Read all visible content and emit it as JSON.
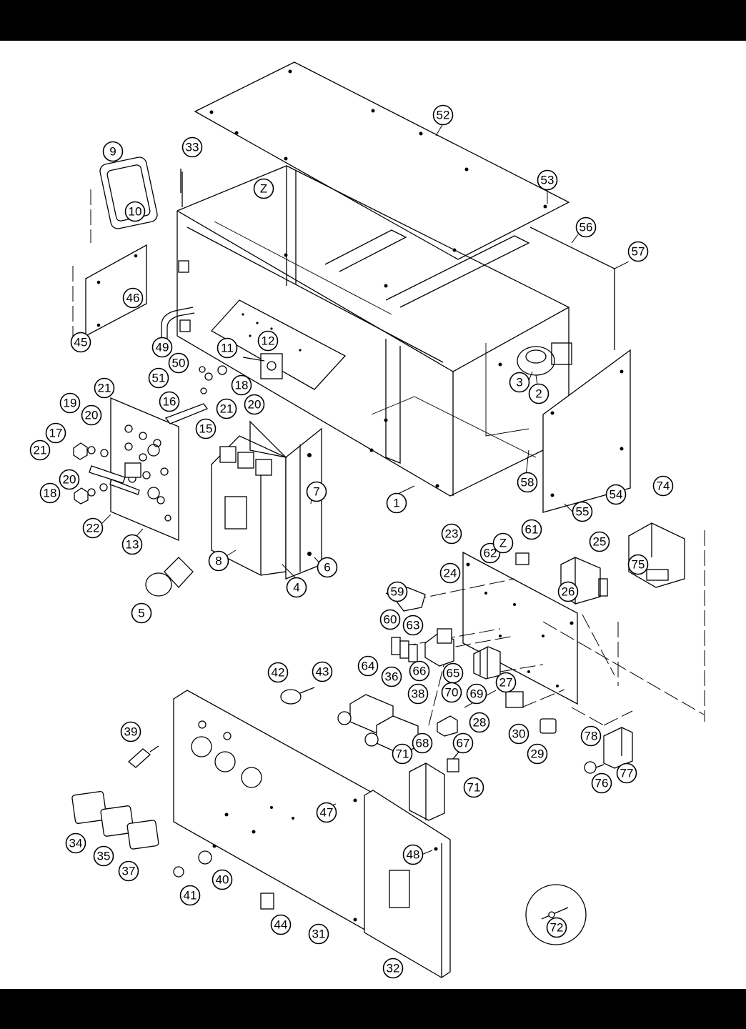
{
  "callouts": [
    {
      "label": "1"
    },
    {
      "label": "2"
    },
    {
      "label": "3"
    },
    {
      "label": "4"
    },
    {
      "label": "5"
    },
    {
      "label": "6"
    },
    {
      "label": "7"
    },
    {
      "label": "8"
    },
    {
      "label": "9"
    },
    {
      "label": "10"
    },
    {
      "label": "11"
    },
    {
      "label": "12"
    },
    {
      "label": "13"
    },
    {
      "label": "15"
    },
    {
      "label": "16"
    },
    {
      "label": "17"
    },
    {
      "label": "18"
    },
    {
      "label": "18"
    },
    {
      "label": "19"
    },
    {
      "label": "20"
    },
    {
      "label": "20"
    },
    {
      "label": "20"
    },
    {
      "label": "21"
    },
    {
      "label": "21"
    },
    {
      "label": "21"
    },
    {
      "label": "22"
    },
    {
      "label": "23"
    },
    {
      "label": "24"
    },
    {
      "label": "25"
    },
    {
      "label": "26"
    },
    {
      "label": "27"
    },
    {
      "label": "28"
    },
    {
      "label": "29"
    },
    {
      "label": "30"
    },
    {
      "label": "31"
    },
    {
      "label": "32"
    },
    {
      "label": "33"
    },
    {
      "label": "34"
    },
    {
      "label": "35"
    },
    {
      "label": "36"
    },
    {
      "label": "37"
    },
    {
      "label": "38"
    },
    {
      "label": "39"
    },
    {
      "label": "40"
    },
    {
      "label": "41"
    },
    {
      "label": "42"
    },
    {
      "label": "43"
    },
    {
      "label": "44"
    },
    {
      "label": "45"
    },
    {
      "label": "46"
    },
    {
      "label": "47"
    },
    {
      "label": "48"
    },
    {
      "label": "49"
    },
    {
      "label": "50"
    },
    {
      "label": "51"
    },
    {
      "label": "52"
    },
    {
      "label": "53"
    },
    {
      "label": "54"
    },
    {
      "label": "55"
    },
    {
      "label": "56"
    },
    {
      "label": "57"
    },
    {
      "label": "58"
    },
    {
      "label": "59"
    },
    {
      "label": "60"
    },
    {
      "label": "61"
    },
    {
      "label": "62"
    },
    {
      "label": "63"
    },
    {
      "label": "64"
    },
    {
      "label": "65"
    },
    {
      "label": "66"
    },
    {
      "label": "67"
    },
    {
      "label": "68"
    },
    {
      "label": "69"
    },
    {
      "label": "70"
    },
    {
      "label": "71"
    },
    {
      "label": "71"
    },
    {
      "label": "72"
    },
    {
      "label": "74"
    },
    {
      "label": "75"
    },
    {
      "label": "76"
    },
    {
      "label": "77"
    },
    {
      "label": "78"
    },
    {
      "label": "Z"
    },
    {
      "label": "Z"
    }
  ]
}
